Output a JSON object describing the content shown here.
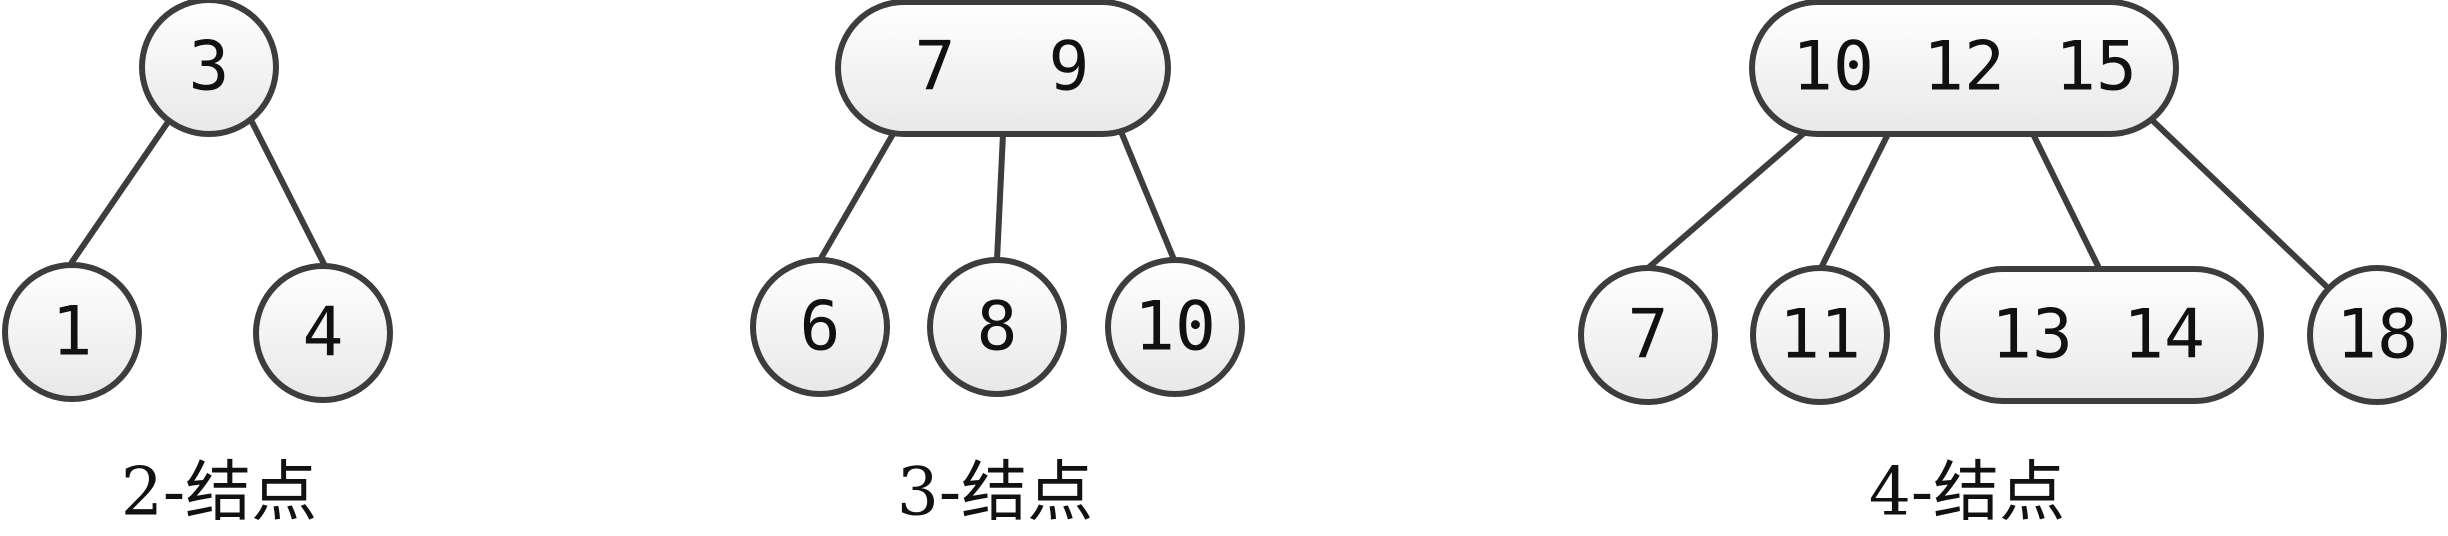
{
  "diagram": {
    "colors": {
      "stroke": "#3d3d3d",
      "fill_top": "#ffffff",
      "fill_bottom": "#e8e8e8",
      "text": "#111111"
    },
    "trees": [
      {
        "caption": "2-结点",
        "root": {
          "keys": [
            "3"
          ]
        },
        "children": [
          {
            "keys": [
              "1"
            ]
          },
          {
            "keys": [
              "4"
            ]
          }
        ]
      },
      {
        "caption": "3-结点",
        "root": {
          "keys": [
            "7",
            "9"
          ]
        },
        "children": [
          {
            "keys": [
              "6"
            ]
          },
          {
            "keys": [
              "8"
            ]
          },
          {
            "keys": [
              "10"
            ]
          }
        ]
      },
      {
        "caption": "4-结点",
        "root": {
          "keys": [
            "10",
            "12",
            "15"
          ]
        },
        "children": [
          {
            "keys": [
              "7"
            ]
          },
          {
            "keys": [
              "11"
            ]
          },
          {
            "keys": [
              "13",
              "14"
            ]
          },
          {
            "keys": [
              "18"
            ]
          }
        ]
      }
    ]
  }
}
